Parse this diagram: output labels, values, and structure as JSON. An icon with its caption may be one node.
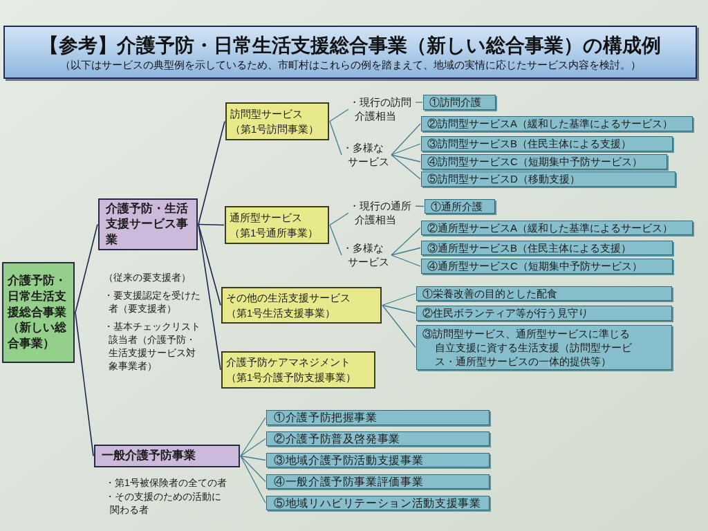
{
  "diagram": {
    "title": "【参考】介護予防・日常生活支援総合事業（新しい総合事業）の構成例",
    "caption": "（以下はサービスの典型例を示しているため、市町村はこれらの例を踏まえて、地域の実情に応じたサービス内容を検討。）",
    "nodes": [
      {
        "text": [
          "介護予防・日常生活支援総合事業（新しい総合事業）"
        ]
      },
      {
        "text": [
          "介護予防・生活支援サービス事業"
        ],
        "beside": [
          "（従来の要支援者）",
          "・要支援認定を受けた者（要支援者）",
          "・基本チェックリスト該当者（介護予防・生活支援サービス対象事業者）"
        ]
      },
      {
        "text": [
          "訪問型サービス",
          "（第1号訪問事業）"
        ]
      },
      {
        "text": [
          "・現行の訪問介護相当"
        ]
      },
      {
        "text": [
          "・多様なサービス"
        ]
      },
      {
        "text": [
          "①訪問介護"
        ]
      },
      {
        "text": [
          "②訪問型サービスA（緩和した基準によるサービス）"
        ]
      },
      {
        "text": [
          "③訪問型サービスB（住民主体による支援）"
        ]
      },
      {
        "text": [
          "④訪問型サービスC（短期集中予防サービス）"
        ]
      },
      {
        "text": [
          "⑤訪問型サービスD（移動支援）"
        ]
      },
      {
        "text": [
          "通所型サービス",
          "（第1号通所事業）"
        ]
      },
      {
        "text": [
          "・現行の通所介護相当"
        ]
      },
      {
        "text": [
          "・多様なサービス"
        ]
      },
      {
        "text": [
          "①通所介護"
        ]
      },
      {
        "text": [
          "②通所型サービスA（緩和した基準によるサービス）"
        ]
      },
      {
        "text": [
          "③通所型サービスB（住民主体による支援）"
        ]
      },
      {
        "text": [
          "④通所型サービスC（短期集中予防サービス）"
        ]
      },
      {
        "text": [
          "その他の生活支援サービス",
          "（第1号生活支援事業）"
        ]
      },
      {
        "text": [
          "①栄養改善の目的とした配食"
        ]
      },
      {
        "text": [
          "②住民ボランティア等が行う見守り"
        ]
      },
      {
        "text": [
          "③訪問型サービス、通所型サービスに準じる自立支援に資する生活支援（訪問型サービス・通所型サービスの一体的提供等）"
        ]
      },
      {
        "text": [
          "介護予防ケアマネジメント",
          "（第1号介護予防支援事業）"
        ]
      },
      {
        "text": [
          "一般介護予防事業"
        ],
        "beside": [
          "・第1号被保険者の全ての者",
          "・その支援のための活動に関わる者"
        ]
      },
      {
        "text": [
          "①介護予防把握事業"
        ]
      },
      {
        "text": [
          "②介護予防普及啓発事業"
        ]
      },
      {
        "text": [
          "③地域介護予防活動支援事業"
        ]
      },
      {
        "text": [
          "④一般介護予防事業評価事業"
        ]
      },
      {
        "text": [
          "⑤地域リハビリテーション活動支援事業"
        ]
      }
    ],
    "edges": [
      {
        "from": 0,
        "to": 1,
        "arrow": "none",
        "color": "#1b2550"
      },
      {
        "from": 0,
        "to": 22,
        "arrow": "none",
        "color": "#1b2550"
      },
      {
        "from": 1,
        "to": 2,
        "arrow": "none",
        "color": "#1b2550"
      },
      {
        "from": 1,
        "to": 10,
        "arrow": "none",
        "color": "#1b2550"
      },
      {
        "from": 1,
        "to": 17,
        "arrow": "none",
        "color": "#1b2550"
      },
      {
        "from": 1,
        "to": 21,
        "arrow": "none",
        "color": "#1b2550"
      },
      {
        "from": 2,
        "to": 3,
        "arrow": "none"
      },
      {
        "from": 2,
        "to": 4,
        "arrow": "none"
      },
      {
        "from": 3,
        "to": 5,
        "arrow": "none"
      },
      {
        "from": 4,
        "to": 6,
        "arrow": "none"
      },
      {
        "from": 4,
        "to": 7,
        "arrow": "none"
      },
      {
        "from": 4,
        "to": 8,
        "arrow": "none"
      },
      {
        "from": 4,
        "to": 9,
        "arrow": "none"
      },
      {
        "from": 10,
        "to": 11,
        "arrow": "none"
      },
      {
        "from": 10,
        "to": 12,
        "arrow": "none"
      },
      {
        "from": 11,
        "to": 13,
        "arrow": "none"
      },
      {
        "from": 12,
        "to": 14,
        "arrow": "none"
      },
      {
        "from": 12,
        "to": 15,
        "arrow": "none"
      },
      {
        "from": 12,
        "to": 16,
        "arrow": "none"
      },
      {
        "from": 17,
        "to": 18,
        "arrow": "none"
      },
      {
        "from": 17,
        "to": 19,
        "arrow": "none"
      },
      {
        "from": 17,
        "to": 20,
        "arrow": "none"
      },
      {
        "from": 22,
        "to": 23,
        "arrow": "none"
      },
      {
        "from": 22,
        "to": 24,
        "arrow": "none"
      },
      {
        "from": 22,
        "to": 25,
        "arrow": "none"
      },
      {
        "from": 22,
        "to": 26,
        "arrow": "none"
      },
      {
        "from": 22,
        "to": 27,
        "arrow": "none"
      }
    ]
  }
}
